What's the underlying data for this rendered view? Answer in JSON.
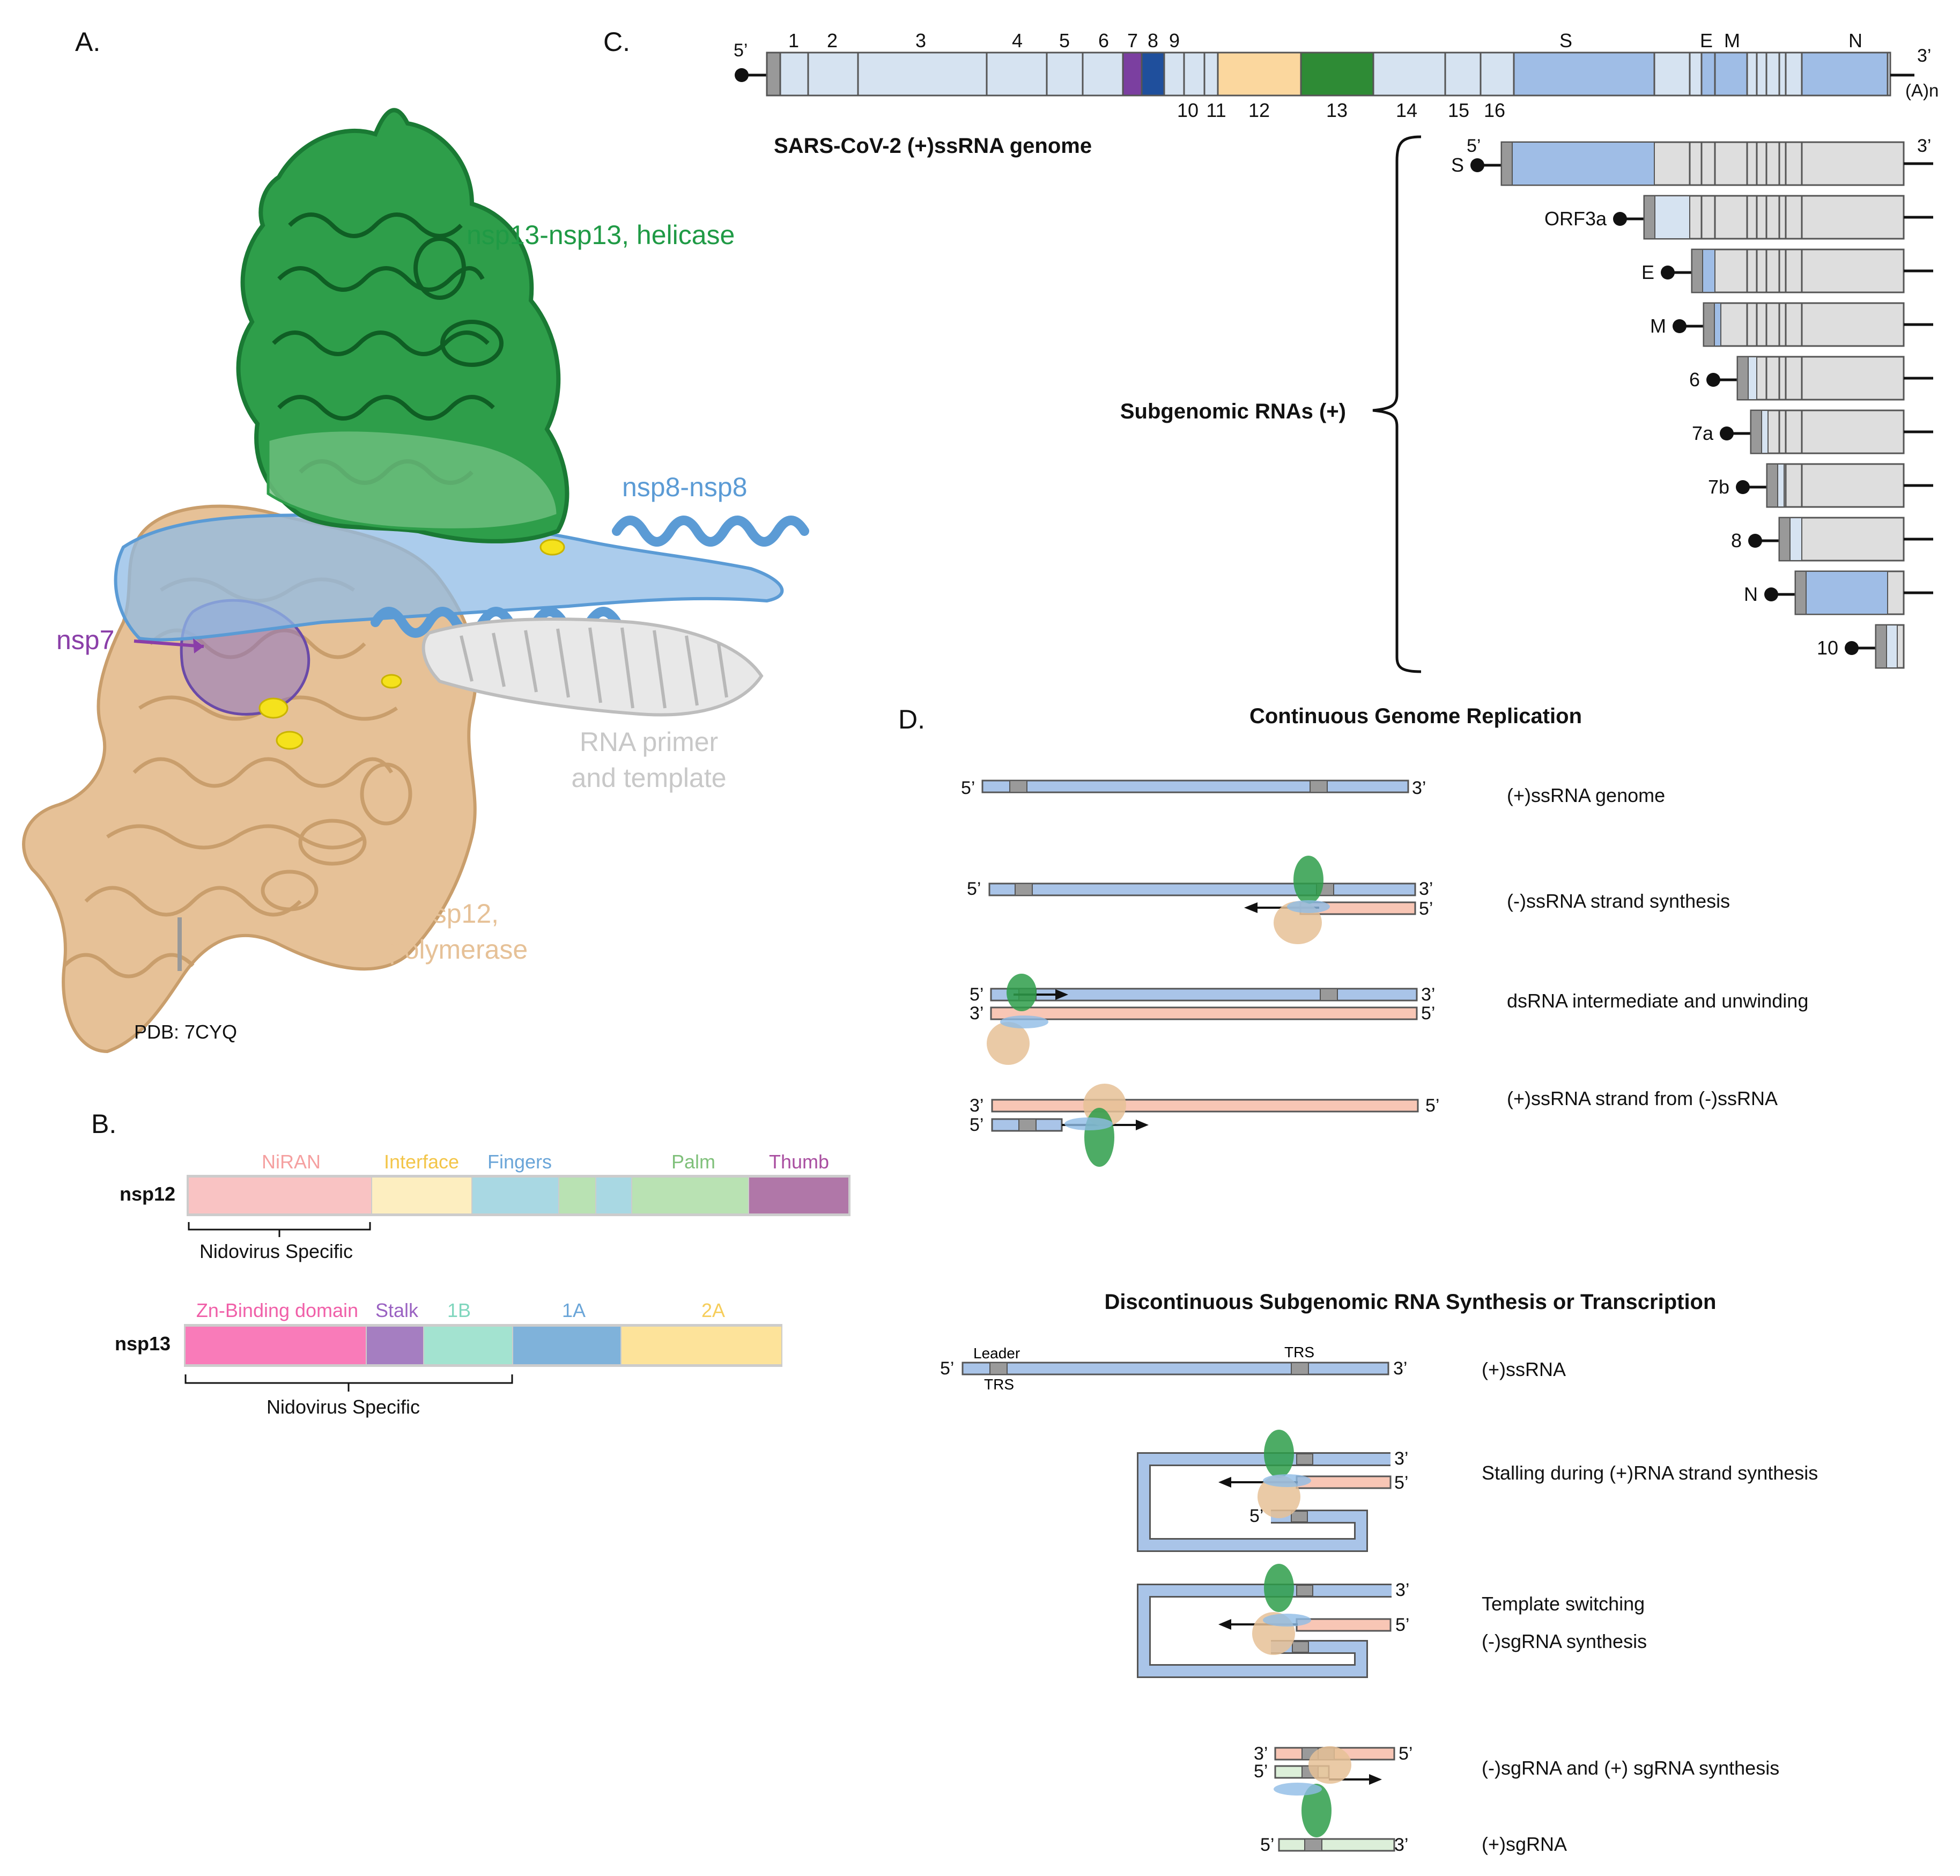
{
  "panels": {
    "a": "A.",
    "b": "B.",
    "c": "C.",
    "d": "D."
  },
  "panel_a": {
    "labels": {
      "helicase": "nsp13-nsp13, helicase",
      "nsp8": "nsp8-nsp8",
      "nsp7": "nsp7",
      "rna_line1": "RNA primer",
      "rna_line2": "and template",
      "nsp12_line1": "nsp12,",
      "nsp12_line2": "polymerase",
      "pdb": "PDB: 7CYQ"
    },
    "colors": {
      "helicase": "#1f9a45",
      "nsp8": "#5b9bd5",
      "nsp7": "#8a3ea8",
      "rna": "#c8c8c8",
      "polymerase": "#e6c197",
      "ligand": "#f5e21c"
    }
  },
  "panel_b": {
    "nsp12": {
      "name": "nsp12",
      "domains": [
        {
          "label": "NiRAN",
          "color": "#f9c3c3",
          "text_color": "#f5a0a0"
        },
        {
          "label": "Interface",
          "color": "#fdeec0",
          "text_color": "#f3c548"
        },
        {
          "label": "Fingers",
          "color": "#a9d8e3",
          "text_color": "#6aa5d8"
        },
        {
          "label": "",
          "color": "#b9e2b3",
          "text_color": ""
        },
        {
          "label": "",
          "color": "#a9d8e3",
          "text_color": ""
        },
        {
          "label": "Palm",
          "color": "#b9e2b3",
          "text_color": "#7fc07a"
        },
        {
          "label": "Thumb",
          "color": "#b077a8",
          "text_color": "#a94ea0"
        }
      ],
      "bracket_label": "Nidovirus Specific"
    },
    "nsp13": {
      "name": "nsp13",
      "domains": [
        {
          "label": "Zn-Binding domain",
          "color": "#f97bb9",
          "text_color": "#f05fa8"
        },
        {
          "label": "Stalk",
          "color": "#a57ec1",
          "text_color": "#9a62c2"
        },
        {
          "label": "1B",
          "color": "#a3e3d0",
          "text_color": "#7fd6bd"
        },
        {
          "label": "1A",
          "color": "#7fb2da",
          "text_color": "#6aa5d8"
        },
        {
          "label": "2A",
          "color": "#fde39a",
          "text_color": "#f6cd5a"
        }
      ],
      "bracket_label": "Nidovirus Specific"
    }
  },
  "panel_c": {
    "genome_title": "SARS-CoV-2 (+)ssRNA genome",
    "five_prime": "5’",
    "three_prime": "3’",
    "polya": "(A)n",
    "top_numbers": [
      "1",
      "2",
      "3",
      "4",
      "5",
      "6",
      "7",
      "8",
      "9"
    ],
    "bottom_numbers": [
      "10",
      "11",
      "12",
      "13",
      "14",
      "15",
      "16"
    ],
    "structural_labels": [
      "S",
      "E",
      "M",
      "N"
    ],
    "subgenomic_title": "Subgenomic RNAs (+)",
    "subgenomic": [
      "S",
      "ORF3a",
      "E",
      "M",
      "6",
      "7a",
      "7b",
      "8",
      "N",
      "10"
    ],
    "colors": {
      "orf": "#d6e3f1",
      "structural": "#9fbde6",
      "nsp7": "#7b3fa0",
      "nsp8": "#1f4f9c",
      "nsp12": "#fbd79e",
      "nsp13": "#2e8b35",
      "gray": "#dedede",
      "leader": "#999999"
    }
  },
  "panel_d": {
    "continuous_title": "Continuous Genome Replication",
    "continuous_steps": [
      "(+)ssRNA genome",
      "(-)ssRNA strand synthesis",
      "dsRNA intermediate and unwinding",
      "(+)ssRNA strand from (-)ssRNA"
    ],
    "discontinuous_title": "Discontinuous Subgenomic RNA Synthesis or Transcription",
    "discontinuous_steps": [
      "(+)ssRNA",
      "Stalling during (+)RNA strand synthesis",
      "Template switching",
      "(-)sgRNA synthesis",
      "(-)sgRNA and (+) sgRNA synthesis",
      "(+)sgRNA"
    ],
    "leader": "Leader",
    "trs": "TRS",
    "colors": {
      "plus": "#a9c4e8",
      "minus": "#f8c6b5",
      "sg": "#dcefd9",
      "trs": "#9a9a9a"
    }
  }
}
